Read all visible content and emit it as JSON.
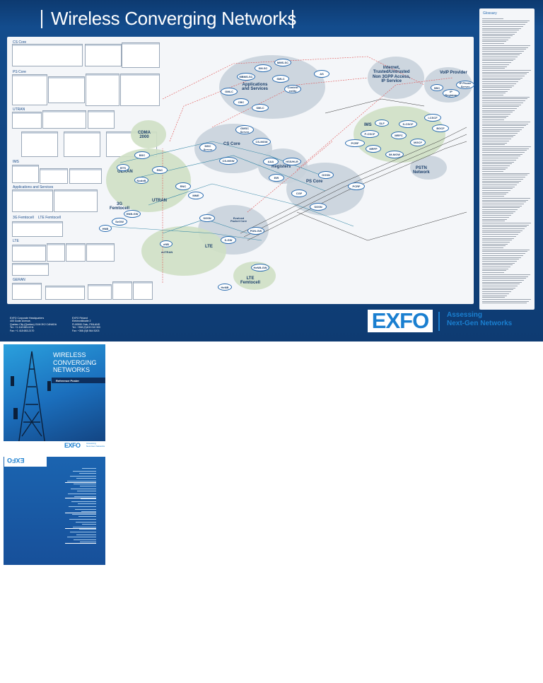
{
  "poster": {
    "title": "Wireless Converging Networks",
    "glossary_title": "Glossary",
    "sections": [
      "CS Core",
      "PS Core",
      "UTRAN",
      "IMS",
      "Applications and Services",
      "3G Femtocell",
      "LTE Femtocell",
      "LTE",
      "GERAN"
    ],
    "regions": {
      "cdma": "CDMA\n2000",
      "geran": "GERAN",
      "utran": "UTRAN",
      "femto3g": "3G\nFemtocell",
      "cs_core": "CS Core",
      "apps": "Applications\nand Services",
      "registers": "Registers",
      "ps_core": "PS Core",
      "evolved": "Evolved\nPacket Core",
      "lte": "LTE",
      "lte_femto": "LTE\nFemtocell",
      "ims": "IMS",
      "internet": "Internet,\nTrusted/Untrusted\nNon 3GPP Access,\nIP Service",
      "voip": "VoIP Provider",
      "pstn": "PSTN\nNetwork",
      "eutran": "eUTRAN"
    },
    "nodes": {
      "mms_sc": "MMS-SC",
      "sm_sc": "SM-SC",
      "smlc": "SMLC",
      "mbms_sc": "MBMS-SC",
      "gmlc": "GMLC",
      "cbc": "CBC",
      "smlc2": "SMLC",
      "content": "Content\nentity",
      "as": "AS",
      "msc_server": "GMSC\nServer",
      "msc": "MSC\nServer",
      "cs_mgw": "CS-MGW",
      "cs_mgw2": "CS-MGW",
      "aaa": "AAA",
      "hss": "HSS/HLR",
      "eir": "EIR",
      "bsc": "BSC",
      "bts": "BTS",
      "rnc": "RNC",
      "rnc2": "RNC",
      "nodeb": "NodeB",
      "hnb": "HNB",
      "hnb_gw": "HNB-GW",
      "segw": "SeGW",
      "mme": "MME",
      "sgw": "S-GW",
      "pdn_gw": "PDN-GW",
      "enb": "eNB",
      "henb": "HeNB",
      "henb_gw": "HeNB-GW",
      "sgsn": "SGSN",
      "ggsn": "GGSN",
      "sgsn2": "SGSN",
      "cgf": "CGF",
      "pcrf": "PCRF",
      "pcrf2": "PCRF",
      "cscf": "I-CSCF",
      "pcscf": "P-CSCF",
      "scscf": "S-CSCF",
      "mrfc": "MRFC",
      "bgcf": "BGCF",
      "mgcf": "MGCF",
      "mrfp": "MRFP",
      "im_mgw": "IM-MGW",
      "slf": "SLF",
      "ip_phone": "IP Phone\nServer",
      "ip_reg": "IP\nRegistrar",
      "sbc": "SBC"
    },
    "footer": {
      "hq": "EXFO Corporate Headquarters\n400 Godin Avenue,\nQuebec City (Quebec) G1M 2K2 CANADA\nTel.: +1 418 683-0211\nFax: +1 418 683-2170",
      "finland": "EXFO Finland\nElektroniikkatie 2\nFI-90590 Oulu, FINLAND\nTel.: +358 (0)403 010 300\nFax: +358 (0)8 564 5203",
      "logo": "EXFO",
      "tagline_1": "Assessing",
      "tagline_2": "Next-Gen Networks"
    }
  },
  "cover": {
    "title": "WIRELESS\nCONVERGING\nNETWORKS",
    "subtitle": "Reference Poster",
    "logo": "EXFO",
    "logo_tag": "Assessing\nNext-Gen Networks"
  },
  "back": {
    "logo": "EXFO"
  },
  "colors": {
    "background_blue": "#0f3f78",
    "accent_blue": "#1a7fd0",
    "node_border": "#2a6cb0"
  }
}
